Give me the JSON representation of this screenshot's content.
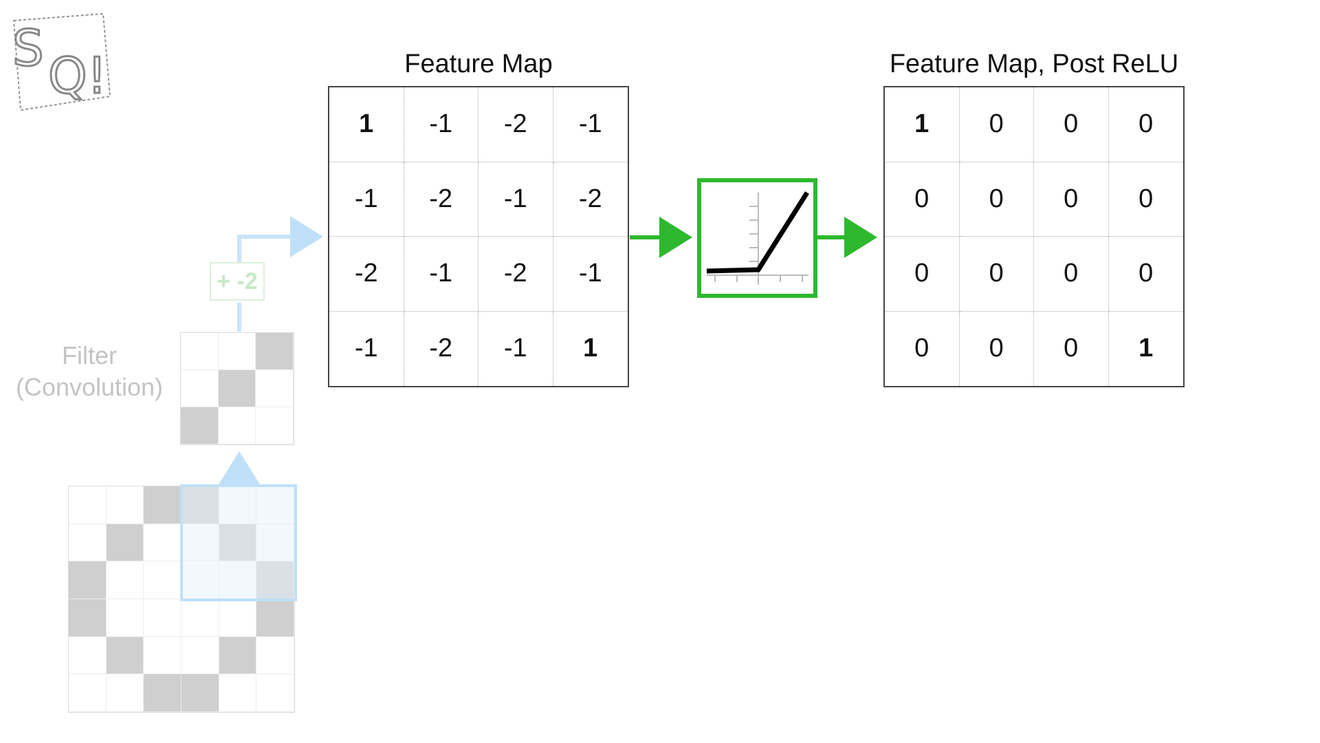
{
  "feature_map": {
    "title": "Feature Map",
    "rows": [
      [
        "1",
        "-1",
        "-2",
        "-1"
      ],
      [
        "-1",
        "-2",
        "-1",
        "-2"
      ],
      [
        "-2",
        "-1",
        "-2",
        "-1"
      ],
      [
        "-1",
        "-2",
        "-1",
        "1"
      ]
    ],
    "bold_cells": [
      [
        0,
        0
      ],
      [
        3,
        3
      ]
    ]
  },
  "post_relu": {
    "title": "Feature Map, Post ReLU",
    "rows": [
      [
        "1",
        "0",
        "0",
        "0"
      ],
      [
        "0",
        "0",
        "0",
        "0"
      ],
      [
        "0",
        "0",
        "0",
        "0"
      ],
      [
        "0",
        "0",
        "0",
        "1"
      ]
    ],
    "bold_cells": [
      [
        0,
        0
      ],
      [
        3,
        3
      ]
    ]
  },
  "filter": {
    "label_line1": "Filter",
    "label_line2": "(Convolution)",
    "bias": "+ -2",
    "cells": [
      [
        0,
        0,
        1
      ],
      [
        0,
        1,
        0
      ],
      [
        1,
        0,
        0
      ]
    ]
  },
  "input_image": {
    "cells": [
      [
        0,
        0,
        1,
        1,
        0,
        0
      ],
      [
        0,
        1,
        0,
        0,
        1,
        0
      ],
      [
        1,
        0,
        0,
        0,
        0,
        1
      ],
      [
        1,
        0,
        0,
        0,
        0,
        1
      ],
      [
        0,
        1,
        0,
        0,
        1,
        0
      ],
      [
        0,
        0,
        1,
        1,
        0,
        0
      ]
    ]
  },
  "colors": {
    "arrow_green": "#2eb82e",
    "relu_box": "#2eb82e",
    "faded_blue": "#9fcdf2",
    "faded_green": "#9ed39e"
  },
  "icons": [
    "sq-logo-icon",
    "relu-graph-icon",
    "arrow-right-icon"
  ]
}
